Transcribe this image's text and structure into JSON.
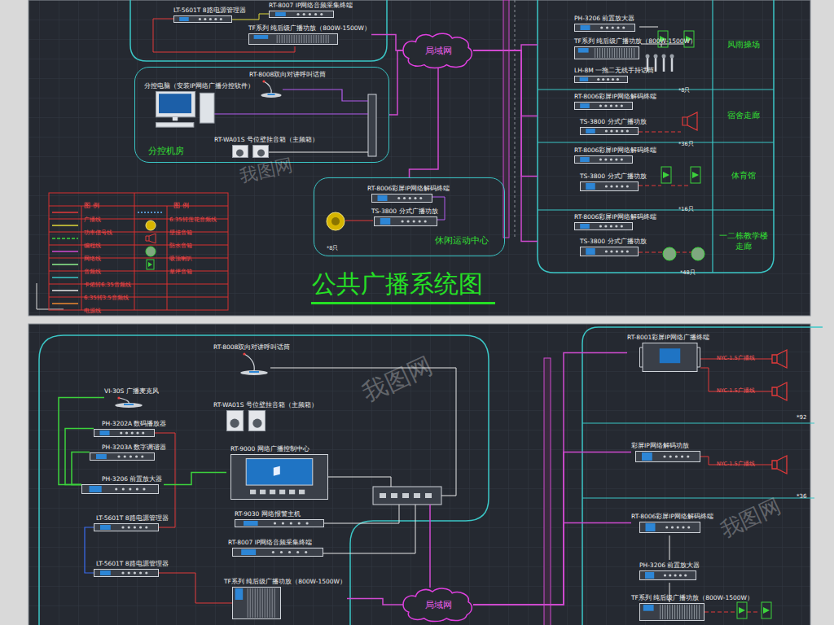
{
  "diagram": {
    "title": "公共广播系统图",
    "nodes": [
      {
        "text": [
          "分控机房"
        ]
      },
      {
        "text": [
          "RT-8008双向对讲呼叫话筒"
        ],
        "in": 0
      },
      {
        "text": [
          "分控电脑（安装IP网络广播分控软件）"
        ],
        "in": 0
      },
      {
        "text": [
          "RT-WA01S 号位壁挂音箱（主频箱）"
        ],
        "in": 0
      },
      {
        "text": [
          "局域网"
        ]
      },
      {
        "text": [
          "休闲运动中心"
        ]
      },
      {
        "text": [
          "RT-8006彩屏IP网络解码终端"
        ],
        "in": 5
      },
      {
        "text": [
          "TS-3800 分式广播功放"
        ],
        "in": 5
      },
      {
        "text": [
          "风雨操场"
        ]
      },
      {
        "text": [
          "PH-3206 前置放大器"
        ],
        "in": 8
      },
      {
        "text": [
          "TF系列 纯后级广播功放（800W-1500W）"
        ],
        "in": 8
      },
      {
        "text": [
          "LH-8M 一拖二无线手持话筒"
        ],
        "in": 8
      },
      {
        "text": [
          "宿舍走廊"
        ]
      },
      {
        "text": [
          "RT-8006彩屏IP网络解码终端"
        ],
        "in": 12
      },
      {
        "text": [
          "TS-3800 分式广播功放"
        ],
        "in": 12
      },
      {
        "text": [
          "体育馆"
        ]
      },
      {
        "text": [
          "RT-8006彩屏IP网络解码终端"
        ],
        "in": 15
      },
      {
        "text": [
          "TS-3800 分式广播功放"
        ],
        "in": 15
      },
      {
        "text": [
          "一二栋教学楼走廊"
        ]
      },
      {
        "text": [
          "RT-8006彩屏IP网络解码终端"
        ],
        "in": 18
      },
      {
        "text": [
          "TS-3800 分式广播功放"
        ],
        "in": 18
      },
      {
        "text": [
          "LT-5601T 8路电源管理器"
        ]
      },
      {
        "text": [
          "RT-8007 IP网络音频采集终端"
        ]
      },
      {
        "text": [
          "TF系列 纯后级广播功放（800W-1500W）"
        ]
      },
      {
        "text": [
          "VI-30S 广播麦克风"
        ]
      },
      {
        "text": [
          "RT-8008双向对讲呼叫话筒"
        ]
      },
      {
        "text": [
          "RT-WA01S 号位壁挂音箱（主频箱）"
        ]
      },
      {
        "text": [
          "PH-3202A 数码播放器"
        ]
      },
      {
        "text": [
          "PH-3203A 数字调谐器"
        ]
      },
      {
        "text": [
          "PH-3206 前置放大器"
        ]
      },
      {
        "text": [
          "RT-9000 网络广播控制中心"
        ]
      },
      {
        "text": [
          "RT-9030 网络报警主机"
        ]
      },
      {
        "text": [
          "RT-8007 IP网络音频采集终端"
        ]
      },
      {
        "text": [
          "LT-5601T 8路电源管理器"
        ]
      },
      {
        "text": [
          "LT-5601T 8路电源管理器"
        ]
      },
      {
        "text": [
          "TF系列 纯后级广播功放（800W-1500W）"
        ]
      },
      {
        "text": [
          "局域网"
        ]
      },
      {
        "text": [
          "RT-8001彩屏IP网络广播终端"
        ]
      },
      {
        "text": [
          "彩屏IP网络解码功放"
        ]
      },
      {
        "text": [
          "RT-8006彩屏IP网络解码终端"
        ]
      },
      {
        "text": [
          "PH-3206 前置放大器"
        ]
      },
      {
        "text": [
          "TF系列 纯后级广播功放（800W-1500W）"
        ]
      }
    ],
    "edges": [
      {
        "from": 0,
        "to": 4,
        "arrow": "none"
      },
      {
        "from": 23,
        "to": 4,
        "arrow": "none"
      },
      {
        "from": 4,
        "to": 5,
        "arrow": "none"
      },
      {
        "from": 4,
        "to": 8,
        "arrow": "none"
      },
      {
        "from": 4,
        "to": 12,
        "arrow": "none"
      },
      {
        "from": 4,
        "to": 15,
        "arrow": "none"
      },
      {
        "from": 4,
        "to": 18,
        "arrow": "none"
      },
      {
        "from": 24,
        "to": 29,
        "arrow": "none"
      },
      {
        "from": 27,
        "to": 29,
        "arrow": "none"
      },
      {
        "from": 28,
        "to": 29,
        "arrow": "none"
      },
      {
        "from": 29,
        "to": 30,
        "arrow": "none"
      },
      {
        "from": 35,
        "to": 36,
        "arrow": "none"
      },
      {
        "from": 36,
        "to": 37,
        "arrow": "none"
      },
      {
        "from": 36,
        "to": 38,
        "arrow": "none"
      },
      {
        "from": 36,
        "to": 39,
        "arrow": "none"
      }
    ],
    "labels": [
      "图 例",
      "图 例",
      "*8只",
      "*8只",
      "*36只",
      "*16只",
      "*48只",
      "NYC-1.5广播线",
      "NYC-1.5广播线",
      "NYC-1.5广播线",
      "*92",
      "*36",
      "我图网",
      "我图网",
      "我图网"
    ],
    "legend": [
      {
        "text": "广播线"
      },
      {
        "text": "功率信号线"
      },
      {
        "text": "编程线"
      },
      {
        "text": "网络线"
      },
      {
        "text": "音频线"
      },
      {
        "text": "卡侬转6.35音频线"
      },
      {
        "text": "6.35转3.5音频线"
      },
      {
        "text": "电源线"
      },
      {
        "text": "6.35转莲花音频线"
      },
      {
        "text": "壁挂音箱"
      },
      {
        "text": "防水音箱"
      },
      {
        "text": "吸顶喇叭"
      },
      {
        "text": "草坪音箱"
      }
    ]
  }
}
